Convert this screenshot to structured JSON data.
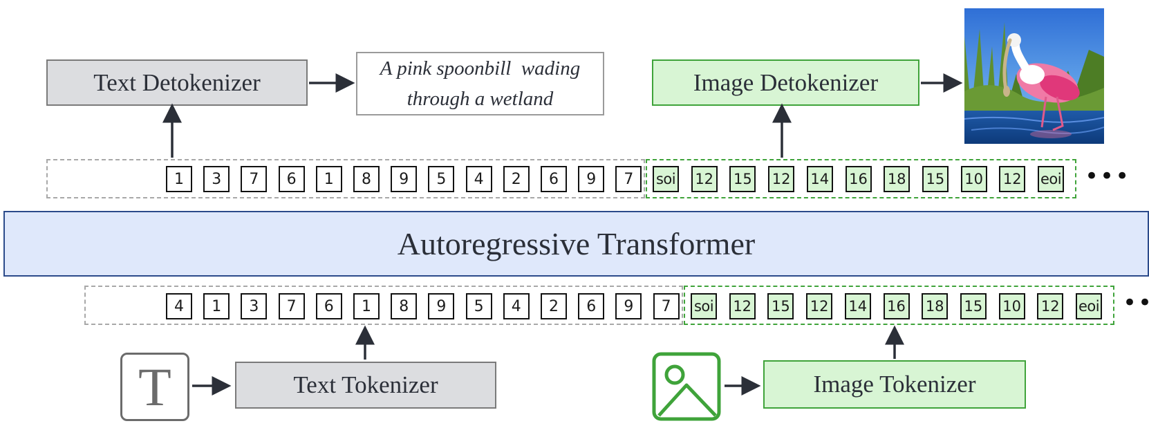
{
  "top": {
    "text_detokenizer": "Text Detokenizer",
    "caption_line1": "A pink spoonbill  wading",
    "caption_line2": "through a wetland",
    "image_detokenizer": "Image Detokenizer",
    "output_tokens_text": [
      "1",
      "3",
      "7",
      "6",
      "1",
      "8",
      "9",
      "5",
      "4",
      "2",
      "6",
      "9",
      "7"
    ],
    "output_tokens_image": [
      "soi",
      "12",
      "15",
      "12",
      "14",
      "16",
      "18",
      "15",
      "10",
      "12",
      "eoi"
    ],
    "ellipsis": "•••"
  },
  "middle": {
    "transformer_label": "Autoregressive Transformer"
  },
  "bottom": {
    "input_tokens_text": [
      "4",
      "1",
      "3",
      "7",
      "6",
      "1",
      "8",
      "9",
      "5",
      "4",
      "2",
      "6",
      "9",
      "7"
    ],
    "input_tokens_image": [
      "soi",
      "12",
      "15",
      "12",
      "14",
      "16",
      "18",
      "15",
      "10",
      "12",
      "eoi"
    ],
    "ellipsis": "•••",
    "text_tokenizer": "Text Tokenizer",
    "image_tokenizer": "Image Tokenizer",
    "text_icon_glyph": "T"
  },
  "colors": {
    "gray_fill": "#dcdde0",
    "green_fill": "#d8f5d4",
    "green_border": "#3fa33a",
    "transformer_fill": "#dfe8fb",
    "transformer_border": "#2b4a8a"
  }
}
